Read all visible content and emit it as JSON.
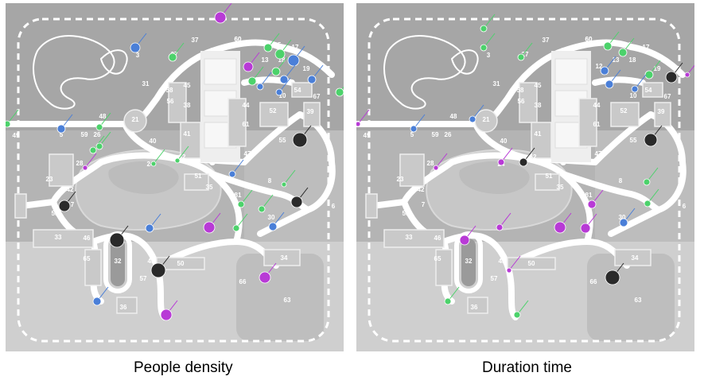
{
  "panels": [
    {
      "caption": "People density"
    },
    {
      "caption": "Duration time"
    }
  ],
  "zone_labels": [
    "3",
    "5",
    "6",
    "7",
    "12",
    "13",
    "15",
    "17",
    "19",
    "21",
    "23",
    "24",
    "26",
    "27",
    "28",
    "30",
    "31",
    "32",
    "33",
    "34",
    "35",
    "36",
    "37",
    "38",
    "39",
    "40",
    "41",
    "42",
    "43",
    "44",
    "45",
    "46",
    "47",
    "48",
    "49",
    "50",
    "51",
    "52",
    "53",
    "54",
    "55",
    "56",
    "57",
    "58",
    "59",
    "60",
    "61",
    "62",
    "63",
    "65",
    "66",
    "67",
    "81",
    "10",
    "8",
    "60",
    "18"
  ],
  "colors": {
    "bg_dark": "#a6a6a6",
    "bg_mid": "#bdbdbd",
    "bg_light": "#cfcfcf",
    "path": "#ffffff",
    "marker_blue": "#4a7fd8",
    "marker_green": "#4cd26b",
    "marker_purple": "#b83ad6",
    "marker_black": "#2a2a2a"
  }
}
